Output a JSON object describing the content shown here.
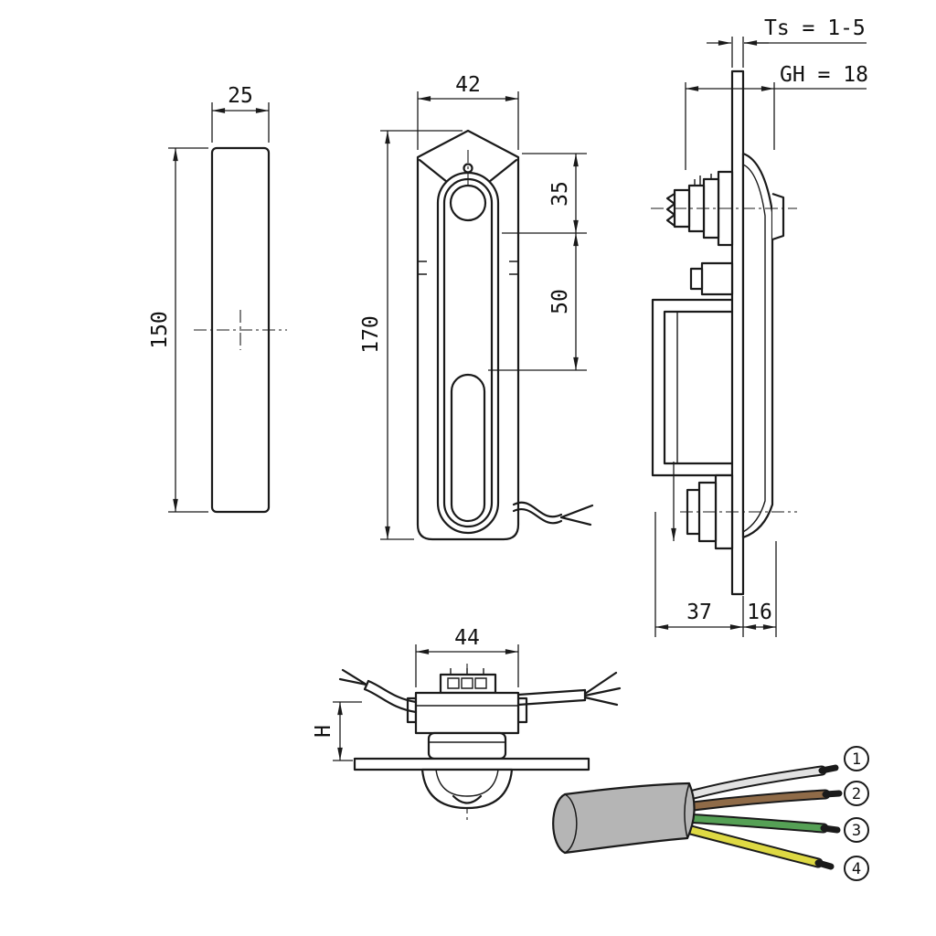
{
  "drawing": {
    "dimensions": {
      "plate_width": "25",
      "plate_height": "150",
      "front_width": "42",
      "front_height": "170",
      "lock_offset": "35",
      "handle_offset": "50",
      "panel_thickness": "Ts = 1-5",
      "grip_height": "GH = 18",
      "depth_rear": "37",
      "depth_front": "16",
      "top_width": "44",
      "insert_height": "H"
    },
    "cable_callouts": [
      {
        "number": "1"
      },
      {
        "number": "2"
      },
      {
        "number": "3"
      },
      {
        "number": "4"
      }
    ],
    "colors": {
      "line": "#1a1a1a",
      "cable_jacket": "#b5b5b5",
      "wire_1": "#e2e2e2",
      "wire_2": "#8f6b48",
      "wire_3": "#55a055",
      "wire_4": "#ded943"
    }
  }
}
